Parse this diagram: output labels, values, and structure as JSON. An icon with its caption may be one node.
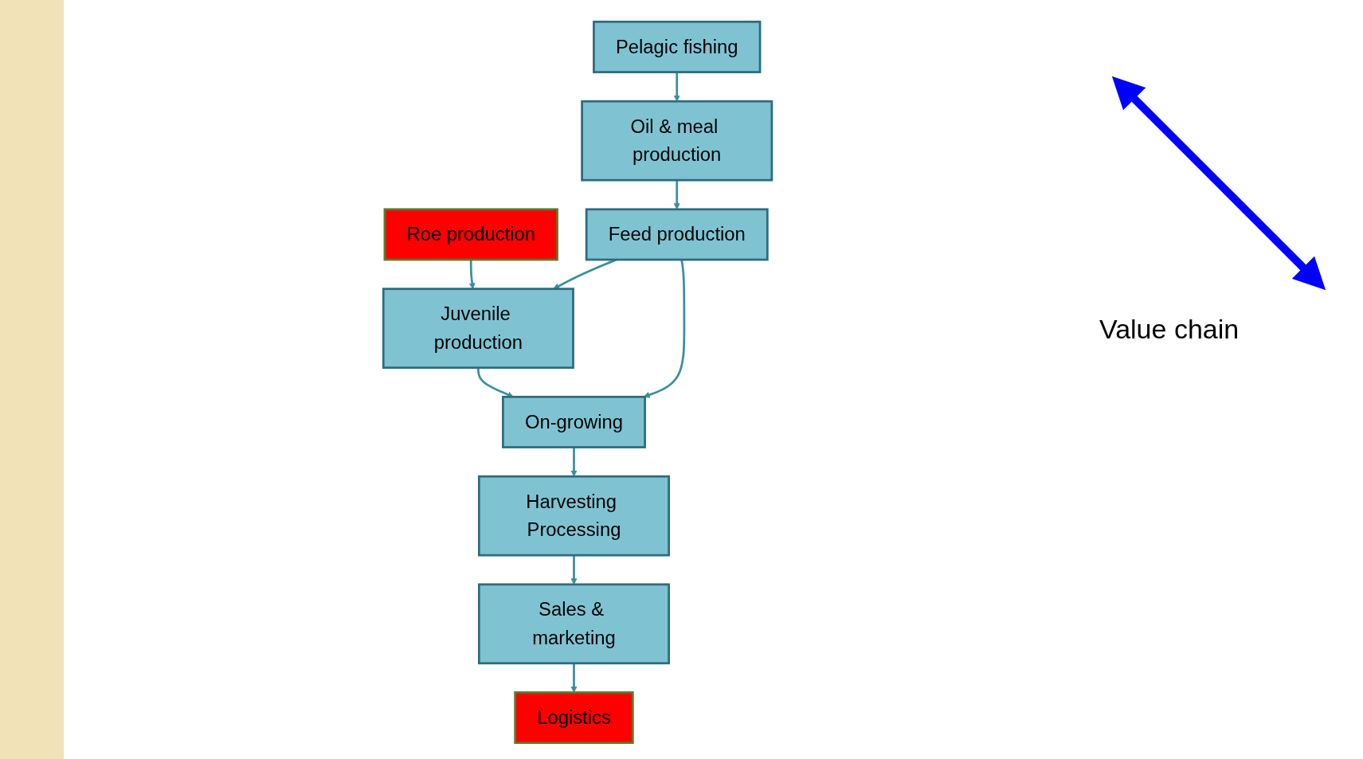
{
  "diagram": {
    "nodes": [
      {
        "text": [
          "Roe production"
        ]
      },
      {
        "text": [
          "Juvenile production"
        ]
      },
      {
        "text": [
          "On-growing"
        ]
      },
      {
        "text": [
          "Harvesting Processing"
        ]
      },
      {
        "text": [
          "Sales & marketing"
        ]
      },
      {
        "text": [
          "Logistics"
        ]
      },
      {
        "text": [
          "Feed production"
        ]
      },
      {
        "text": [
          "Pelagic fishing"
        ]
      },
      {
        "text": [
          "Oil & meal production"
        ]
      }
    ],
    "edges": [
      {
        "from": 0,
        "to": 1,
        "arrow": "to"
      },
      {
        "from": 1,
        "to": 2,
        "arrow": "to"
      },
      {
        "from": 2,
        "to": 3,
        "arrow": "to"
      },
      {
        "from": 3,
        "to": 4,
        "arrow": "to"
      },
      {
        "from": 4,
        "to": 5,
        "arrow": "to"
      },
      {
        "from": 7,
        "to": 8,
        "arrow": "to"
      },
      {
        "from": 8,
        "to": 6,
        "arrow": "to"
      },
      {
        "from": 6,
        "to": 1,
        "arrow": "to"
      },
      {
        "from": 6,
        "to": 2,
        "arrow": "to"
      }
    ],
    "labels": [
      "Value chain"
    ]
  }
}
